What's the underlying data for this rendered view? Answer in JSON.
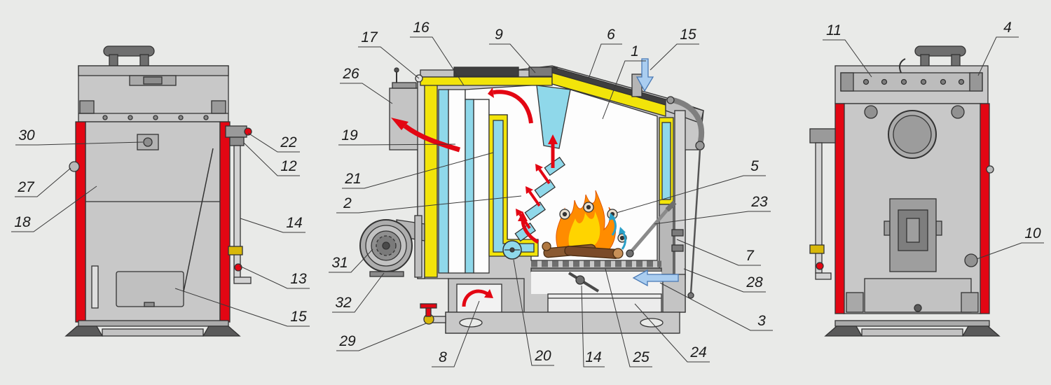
{
  "diagram": {
    "colors": {
      "background": "#e9eae8",
      "boiler_body": "#c8c8c8",
      "accent_red": "#e30613",
      "insulation_yellow": "#f2e40a",
      "water_cyan": "#8fd8ea",
      "flame_orange": "#ff8c00",
      "flame_yellow": "#ffd400",
      "arrow_blue": "#aacdf0",
      "outline": "#333333"
    },
    "callouts": [
      {
        "label": "17"
      },
      {
        "label": "16"
      },
      {
        "label": "9"
      },
      {
        "label": "6"
      },
      {
        "label": "1"
      },
      {
        "label": "15"
      },
      {
        "label": "11"
      },
      {
        "label": "4"
      },
      {
        "label": "26"
      },
      {
        "label": "19"
      },
      {
        "label": "21"
      },
      {
        "label": "2"
      },
      {
        "label": "30"
      },
      {
        "label": "27"
      },
      {
        "label": "18"
      },
      {
        "label": "22"
      },
      {
        "label": "12"
      },
      {
        "label": "14"
      },
      {
        "label": "13"
      },
      {
        "label": "15"
      },
      {
        "label": "31"
      },
      {
        "label": "32"
      },
      {
        "label": "29"
      },
      {
        "label": "8"
      },
      {
        "label": "20"
      },
      {
        "label": "14"
      },
      {
        "label": "25"
      },
      {
        "label": "24"
      },
      {
        "label": "3"
      },
      {
        "label": "28"
      },
      {
        "label": "7"
      },
      {
        "label": "23"
      },
      {
        "label": "5"
      },
      {
        "label": "10"
      }
    ]
  }
}
